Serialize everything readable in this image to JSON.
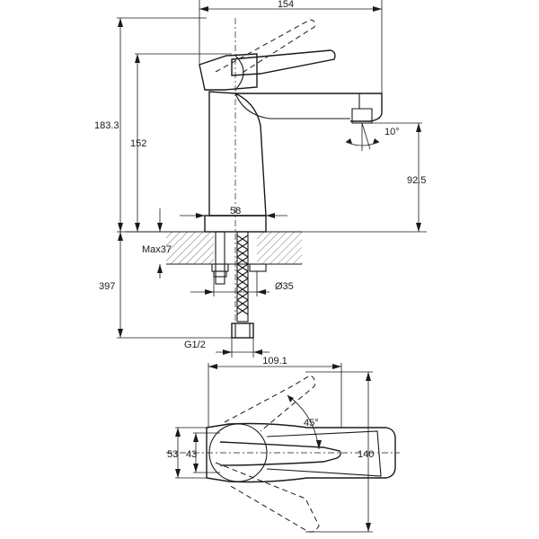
{
  "labels": {
    "total_width": "154",
    "total_height": "183.3",
    "height_to_lever": "152",
    "spout_height": "92.5",
    "spout_angle": "10°",
    "base_width": "58",
    "max_thickness": "Max37",
    "pipe_length": "397",
    "hole_diameter": "Ø35",
    "thread": "G1/2",
    "plan_length": "109.1",
    "lever_angle": "45°",
    "plan_width_outer": "53",
    "plan_width_inner": "43",
    "plan_depth": "140"
  }
}
